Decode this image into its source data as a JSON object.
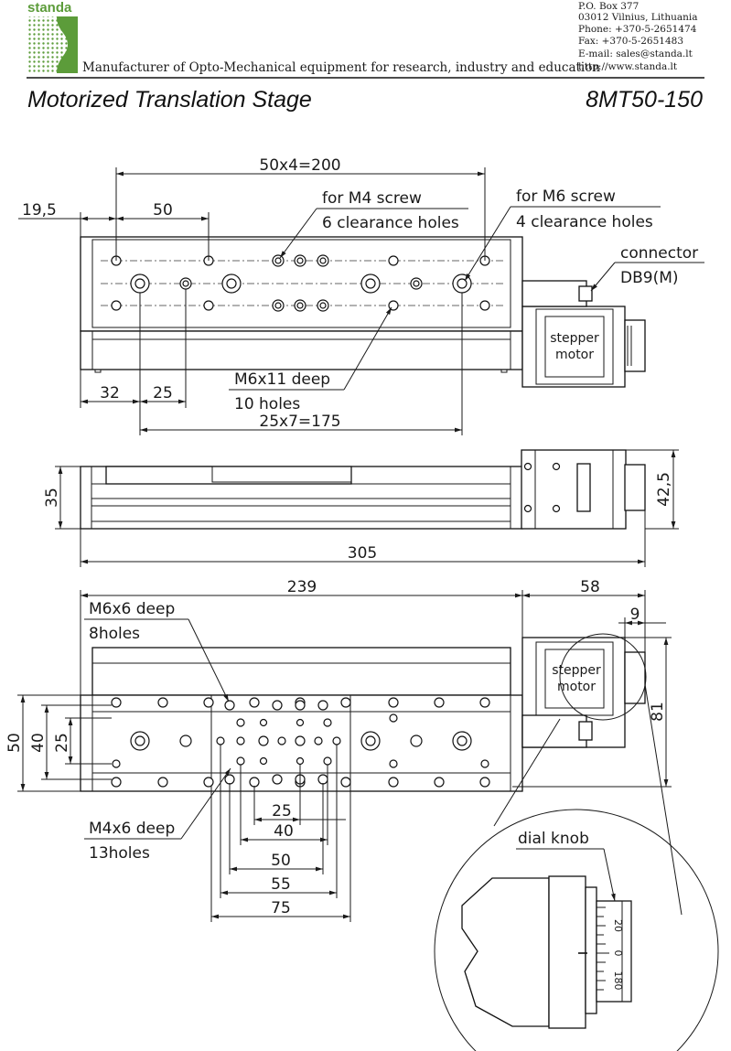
{
  "header": {
    "brand": "standa",
    "tagline": "Manufacturer of Opto-Mechanical equipment for research, industry and education",
    "contact": [
      "P.O. Box 377",
      "03012 Vilnius, Lithuania",
      "Phone: +370-5-2651474",
      "Fax: +370-5-2651483",
      "E-mail: sales@standa.lt",
      "http://www.standa.lt"
    ]
  },
  "title": {
    "product_name": "Motorized Translation Stage",
    "model": "8MT50-150"
  },
  "colors": {
    "brand_green": "#5c9c3a",
    "line": "#1a1a1a"
  },
  "top_view": {
    "dims": {
      "pitch_total": "50x4=200",
      "offset_left": "19,5",
      "pitch": "50",
      "bottom_a": "32",
      "bottom_b": "25",
      "bottom_total": "25x7=175"
    },
    "callouts": {
      "m4_line1": "for M4 screw",
      "m4_line2": "6 clearance holes",
      "m6_line1": "for M6 screw",
      "m6_line2": "4 clearance holes",
      "connector_line1": "connector",
      "connector_line2": "DB9(M)",
      "tapped_line1": "M6x11 deep",
      "tapped_line2": "10 holes"
    },
    "motor_label_1": "stepper",
    "motor_label_2": "motor"
  },
  "side_view": {
    "height": "35",
    "motor_height": "42,5",
    "overall_length": "305"
  },
  "bottom_view": {
    "dims": {
      "body_length": "239",
      "motor_length": "58",
      "knob_offset": "9",
      "motor_width": "81",
      "w50": "50",
      "w40": "40",
      "w25": "25",
      "c25": "25",
      "c40": "40",
      "c50": "50",
      "c55": "55",
      "c75": "75"
    },
    "callouts": {
      "m6_line1": "M6x6 deep",
      "m6_line2": "8holes",
      "m4_line1": "M4x6 deep",
      "m4_line2": "13holes"
    },
    "motor_label_1": "stepper",
    "motor_label_2": "motor",
    "detail_label": "dial knob",
    "dial_numbers": [
      "20",
      "0",
      "180"
    ]
  }
}
